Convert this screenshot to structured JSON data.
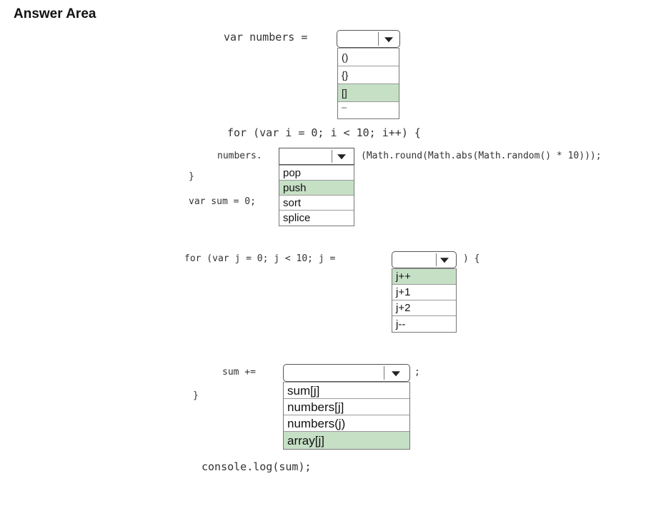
{
  "title": "Answer Area",
  "code": {
    "line_var_numbers": "var numbers =",
    "line_for_i": "for (var i = 0; i < 10; i++) {",
    "line_numbers_prefix": "numbers.",
    "line_numbers_suffix": "(Math.round(Math.abs(Math.random() * 10)));",
    "brace_close_1": "}",
    "line_var_sum": "var sum = 0;",
    "line_for_j": "for (var j = 0; j < 10; j =",
    "line_for_j_suffix": ") {",
    "line_sum": "sum +=",
    "line_sum_suffix": ";",
    "brace_close_2": "}",
    "line_console": "console.log(sum);"
  },
  "dropdowns": {
    "numbers_init": {
      "options": [
        "()",
        "{}",
        "[]",
        "\"\""
      ],
      "selected_index": 2
    },
    "array_method": {
      "options": [
        "pop",
        "push",
        "sort",
        "splice"
      ],
      "selected_index": 1
    },
    "loop_increment": {
      "options": [
        "j++",
        "j+1",
        "j+2",
        "j--"
      ],
      "selected_index": 0
    },
    "sum_operand": {
      "options": [
        "sum[j]",
        "numbers[j]",
        "numbers(j)",
        "array[j]"
      ],
      "selected_index": 3
    }
  }
}
